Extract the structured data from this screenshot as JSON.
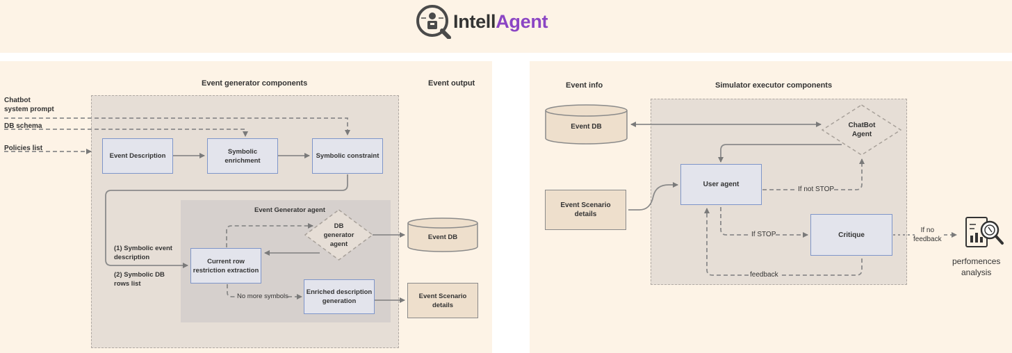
{
  "logo": {
    "text_dark": "Intell",
    "text_accent": "Agent",
    "accent_color": "#8b45c4"
  },
  "left": {
    "title": "Event generator components",
    "output_title": "Event output",
    "inputs": {
      "chatbot_prompt": "Chatbot\nsystem prompt",
      "db_schema": "DB schema",
      "policies": "Policies list"
    },
    "boxes": {
      "event_description": "Event Description",
      "symbolic_enrichment": "Symbolic\nenrichment",
      "symbolic_constraint": "Symbolic constraint",
      "current_row": "Current row\nrestriction extraction",
      "enriched_description": "Enriched description\ngeneration",
      "db_generator_agent": "DB\ngenerator\nagent",
      "event_db": "Event  DB",
      "event_scenario": "Event Scenario\ndetails"
    },
    "agent_title": "Event Generator agent",
    "symbolic_event": "(1) Symbolic event\ndescription",
    "symbolic_rows": "(2) Symbolic DB\nrows list",
    "no_more_symbols": "No more symbols"
  },
  "right": {
    "event_info_title": "Event info",
    "simulator_title": "Simulator executor components",
    "event_db": "Event  DB",
    "event_scenario": "Event Scenario\ndetails",
    "chatbot_agent": "ChatBot\nAgent",
    "user_agent": "User agent",
    "critique": "Critique",
    "if_not_stop": "If not STOP",
    "if_stop": "If STOP",
    "feedback": "feedback",
    "if_no_feedback": "If no\nfeedback",
    "perf_analysis": "perfomences\nanalysis"
  },
  "colors": {
    "box_blue_fill": "#e3e4ec",
    "box_blue_border": "#7e95c9",
    "tan_fill": "#eedfcc",
    "panel_bg": "#fdf3e6"
  }
}
